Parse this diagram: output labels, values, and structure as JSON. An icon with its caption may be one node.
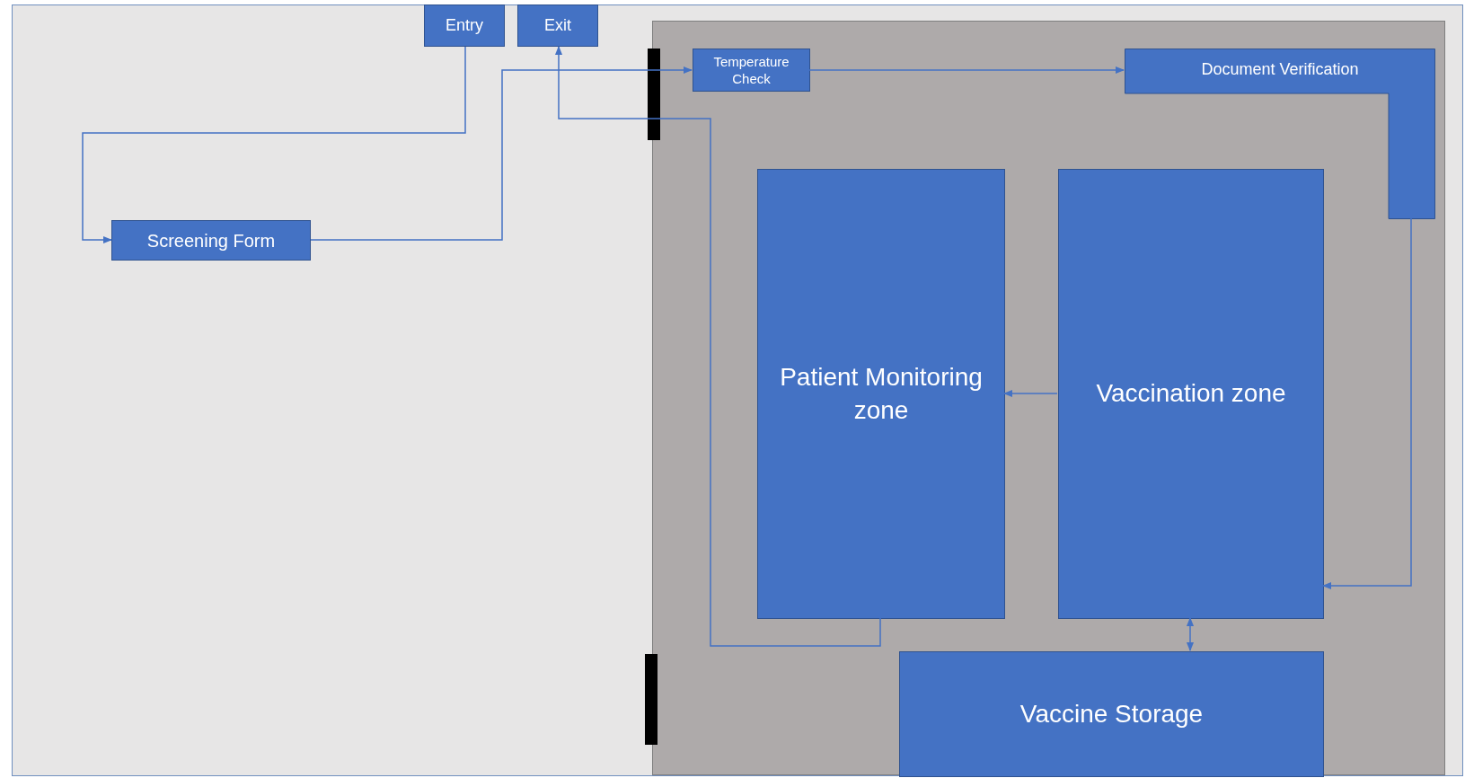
{
  "diagram": {
    "nodes": [
      {
        "text": [
          "Entry"
        ]
      },
      {
        "text": [
          "Exit"
        ]
      },
      {
        "text": [
          "Screening Form"
        ]
      },
      {
        "text": [],
        "shape": "box"
      },
      {
        "text": [
          "Temperature Check"
        ],
        "in": 3
      },
      {
        "text": [
          "Document Verification"
        ],
        "in": 3
      },
      {
        "text": [
          "Patient Monitoring zone"
        ],
        "in": 3
      },
      {
        "text": [
          "Vaccination zone"
        ],
        "in": 3
      },
      {
        "text": [
          "Vaccine Storage"
        ],
        "in": 3
      },
      {
        "text": [],
        "shape": "bar"
      },
      {
        "text": [],
        "shape": "bar"
      }
    ],
    "edges": [
      {
        "from": 0,
        "to": 2,
        "arrow": "to"
      },
      {
        "from": 2,
        "to": 4,
        "arrow": "to"
      },
      {
        "from": 4,
        "to": 5,
        "arrow": "to"
      },
      {
        "from": 5,
        "to": 7,
        "arrow": "to"
      },
      {
        "from": 7,
        "to": 6,
        "arrow": "to"
      },
      {
        "from": 7,
        "to": 8,
        "arrow": "both"
      },
      {
        "from": 6,
        "to": 1,
        "arrow": "to"
      }
    ]
  }
}
